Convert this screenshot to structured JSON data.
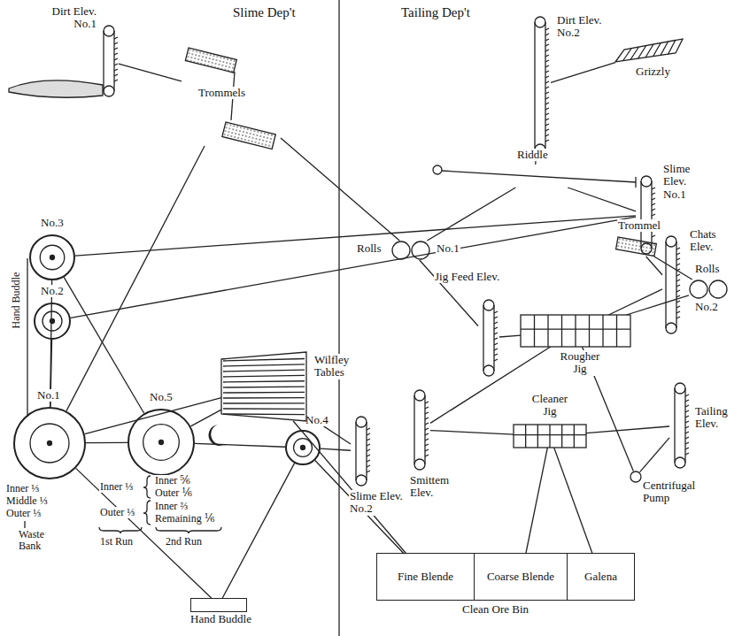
{
  "diagram": {
    "nodes": [
      {
        "text": [
          "Dirt Elev. No.1"
        ]
      },
      {
        "text": [
          "Trommels"
        ]
      },
      {
        "text": [
          "Rolls",
          "No.1"
        ]
      },
      {
        "text": [
          "Dirt Elev. No.2"
        ]
      },
      {
        "text": [
          "Grizzly"
        ]
      },
      {
        "text": [
          "Riddle"
        ]
      },
      {
        "text": [
          "Slime Elev. No.1"
        ]
      },
      {
        "text": [
          "Jig Feed Elev."
        ]
      },
      {
        "text": [
          "Rougher Jig"
        ]
      },
      {
        "text": [
          "Trommel"
        ]
      },
      {
        "text": [
          "Chats Elev."
        ]
      },
      {
        "text": [
          "Rolls",
          "No.2"
        ]
      },
      {
        "text": [
          "Smittem Elev."
        ]
      },
      {
        "text": [
          "Cleaner Jig"
        ]
      },
      {
        "text": [
          "Tailing Elev."
        ]
      },
      {
        "text": [
          "Centrifugal Pump"
        ]
      },
      {
        "text": [
          "No.3"
        ]
      },
      {
        "text": [
          "No.2"
        ]
      },
      {
        "text": [
          "No.1"
        ]
      },
      {
        "text": [
          "No.5"
        ]
      },
      {
        "text": [
          "No.4"
        ]
      },
      {
        "text": [
          "Wilfley Tables"
        ]
      },
      {
        "text": [
          "Slime Elev. No.2"
        ]
      },
      {
        "text": [
          "Clean Ore Bin"
        ]
      },
      {
        "text": [
          "Fine Blende"
        ],
        "in": 23
      },
      {
        "text": [
          "Coarse Blende"
        ],
        "in": 23
      },
      {
        "text": [
          "Galena"
        ],
        "in": 23
      },
      {
        "text": [
          "Hand Buddle"
        ]
      }
    ],
    "edges": [
      {
        "from": 0,
        "to": 1,
        "arrow": "none"
      },
      {
        "from": 1,
        "to": 2,
        "arrow": "none"
      },
      {
        "from": 1,
        "to": 18,
        "arrow": "none"
      },
      {
        "from": 4,
        "to": 3,
        "arrow": "none"
      },
      {
        "from": 3,
        "to": 5,
        "arrow": "none"
      },
      {
        "from": 5,
        "to": 2,
        "arrow": "none"
      },
      {
        "from": 5,
        "to": 6,
        "arrow": "none"
      },
      {
        "from": 6,
        "to": 16,
        "arrow": "none"
      },
      {
        "from": 6,
        "to": 17,
        "arrow": "none"
      },
      {
        "from": 2,
        "to": 7,
        "arrow": "none"
      },
      {
        "from": 7,
        "to": 8,
        "arrow": "none"
      },
      {
        "from": 8,
        "to": 10,
        "arrow": "none"
      },
      {
        "from": 10,
        "to": 9,
        "arrow": "none"
      },
      {
        "from": 9,
        "to": 11,
        "arrow": "none"
      },
      {
        "from": 11,
        "to": 8,
        "arrow": "none"
      },
      {
        "from": 8,
        "to": 12,
        "arrow": "none"
      },
      {
        "from": 8,
        "to": 15,
        "arrow": "none"
      },
      {
        "from": 12,
        "to": 13,
        "arrow": "none"
      },
      {
        "from": 13,
        "to": 14,
        "arrow": "none"
      },
      {
        "from": 15,
        "to": 14,
        "arrow": "none"
      },
      {
        "from": 13,
        "to": 25,
        "arrow": "none"
      },
      {
        "from": 13,
        "to": 26,
        "arrow": "none"
      },
      {
        "from": 16,
        "to": 18,
        "arrow": "none"
      },
      {
        "from": 16,
        "to": 19,
        "arrow": "none"
      },
      {
        "from": 17,
        "to": 18,
        "arrow": "none"
      },
      {
        "from": 18,
        "to": 19,
        "arrow": "none"
      },
      {
        "from": 21,
        "to": 18,
        "arrow": "none"
      },
      {
        "from": 21,
        "to": 19,
        "arrow": "none"
      },
      {
        "from": 19,
        "to": 20,
        "arrow": "none"
      },
      {
        "from": 20,
        "to": 22,
        "arrow": "none"
      },
      {
        "from": 22,
        "to": 21,
        "arrow": "none"
      },
      {
        "from": 21,
        "to": 24,
        "arrow": "none"
      },
      {
        "from": 20,
        "to": 24,
        "arrow": "none"
      },
      {
        "from": 18,
        "to": 27,
        "arrow": "none"
      },
      {
        "from": 27,
        "to": 20,
        "arrow": "none"
      }
    ],
    "labels": [
      "Slime Dep't",
      "Tailing Dep't",
      "Hand Buddle",
      "Inner ⅓",
      "Middle ⅓",
      "Outer ⅓",
      "Waste Bank",
      "Inner ⅓",
      "Inner ⅚",
      "Outer ⅙",
      "Outer ⅓",
      "Inner ⅔",
      "Remaining ⅙",
      "1st Run",
      "2nd Run"
    ]
  }
}
